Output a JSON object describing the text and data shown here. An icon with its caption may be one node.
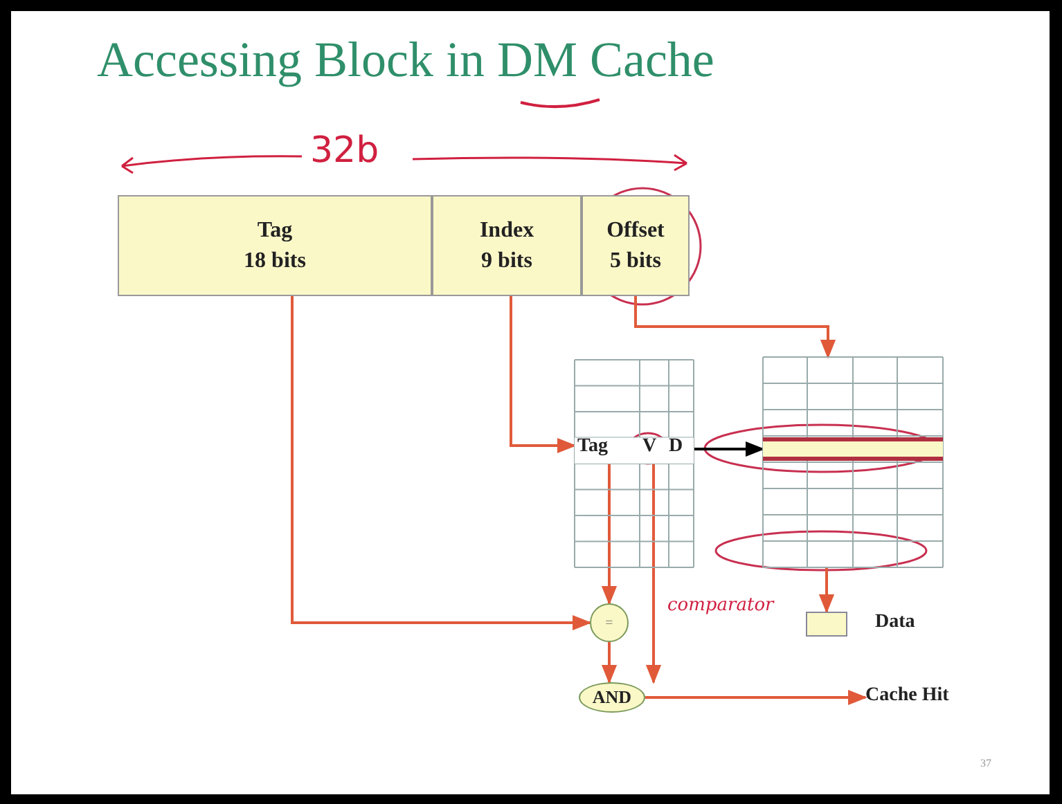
{
  "diagram": {
    "title": "Accessing Block in DM Cache",
    "nodes": [
      {
        "text": [
          "Tag",
          "18 bits"
        ]
      },
      {
        "text": [
          "Index",
          "9 bits"
        ]
      },
      {
        "text": [
          "Offset",
          "5 bits"
        ]
      },
      {
        "text": [
          "Tag",
          "V",
          "D"
        ]
      },
      {
        "text": [],
        "shape": "box"
      },
      {
        "text": [],
        "shape": "bar",
        "in": 4
      },
      {
        "text": [],
        "shape": "box",
        "beside": [
          "Data"
        ]
      },
      {
        "text": [
          "="
        ],
        "beside": [
          "comparator"
        ]
      },
      {
        "text": [
          "AND"
        ]
      },
      {
        "text": [
          "Cache Hit"
        ]
      }
    ],
    "edges": [
      {
        "from": 0,
        "to": 7,
        "arrow": "to"
      },
      {
        "from": 1,
        "to": 3,
        "arrow": "to"
      },
      {
        "from": 2,
        "to": 4,
        "arrow": "to"
      },
      {
        "from": 3,
        "to": 5,
        "arrow": "to",
        "color": "#000000"
      },
      {
        "from": 3,
        "to": 7,
        "arrow": "to"
      },
      {
        "from": 3,
        "to": 8,
        "arrow": "to"
      },
      {
        "from": 7,
        "to": 8,
        "arrow": "to"
      },
      {
        "from": 8,
        "to": 9,
        "arrow": "to"
      },
      {
        "from": 4,
        "to": 6,
        "arrow": "to"
      }
    ],
    "labels": [
      "32b",
      "37"
    ]
  }
}
